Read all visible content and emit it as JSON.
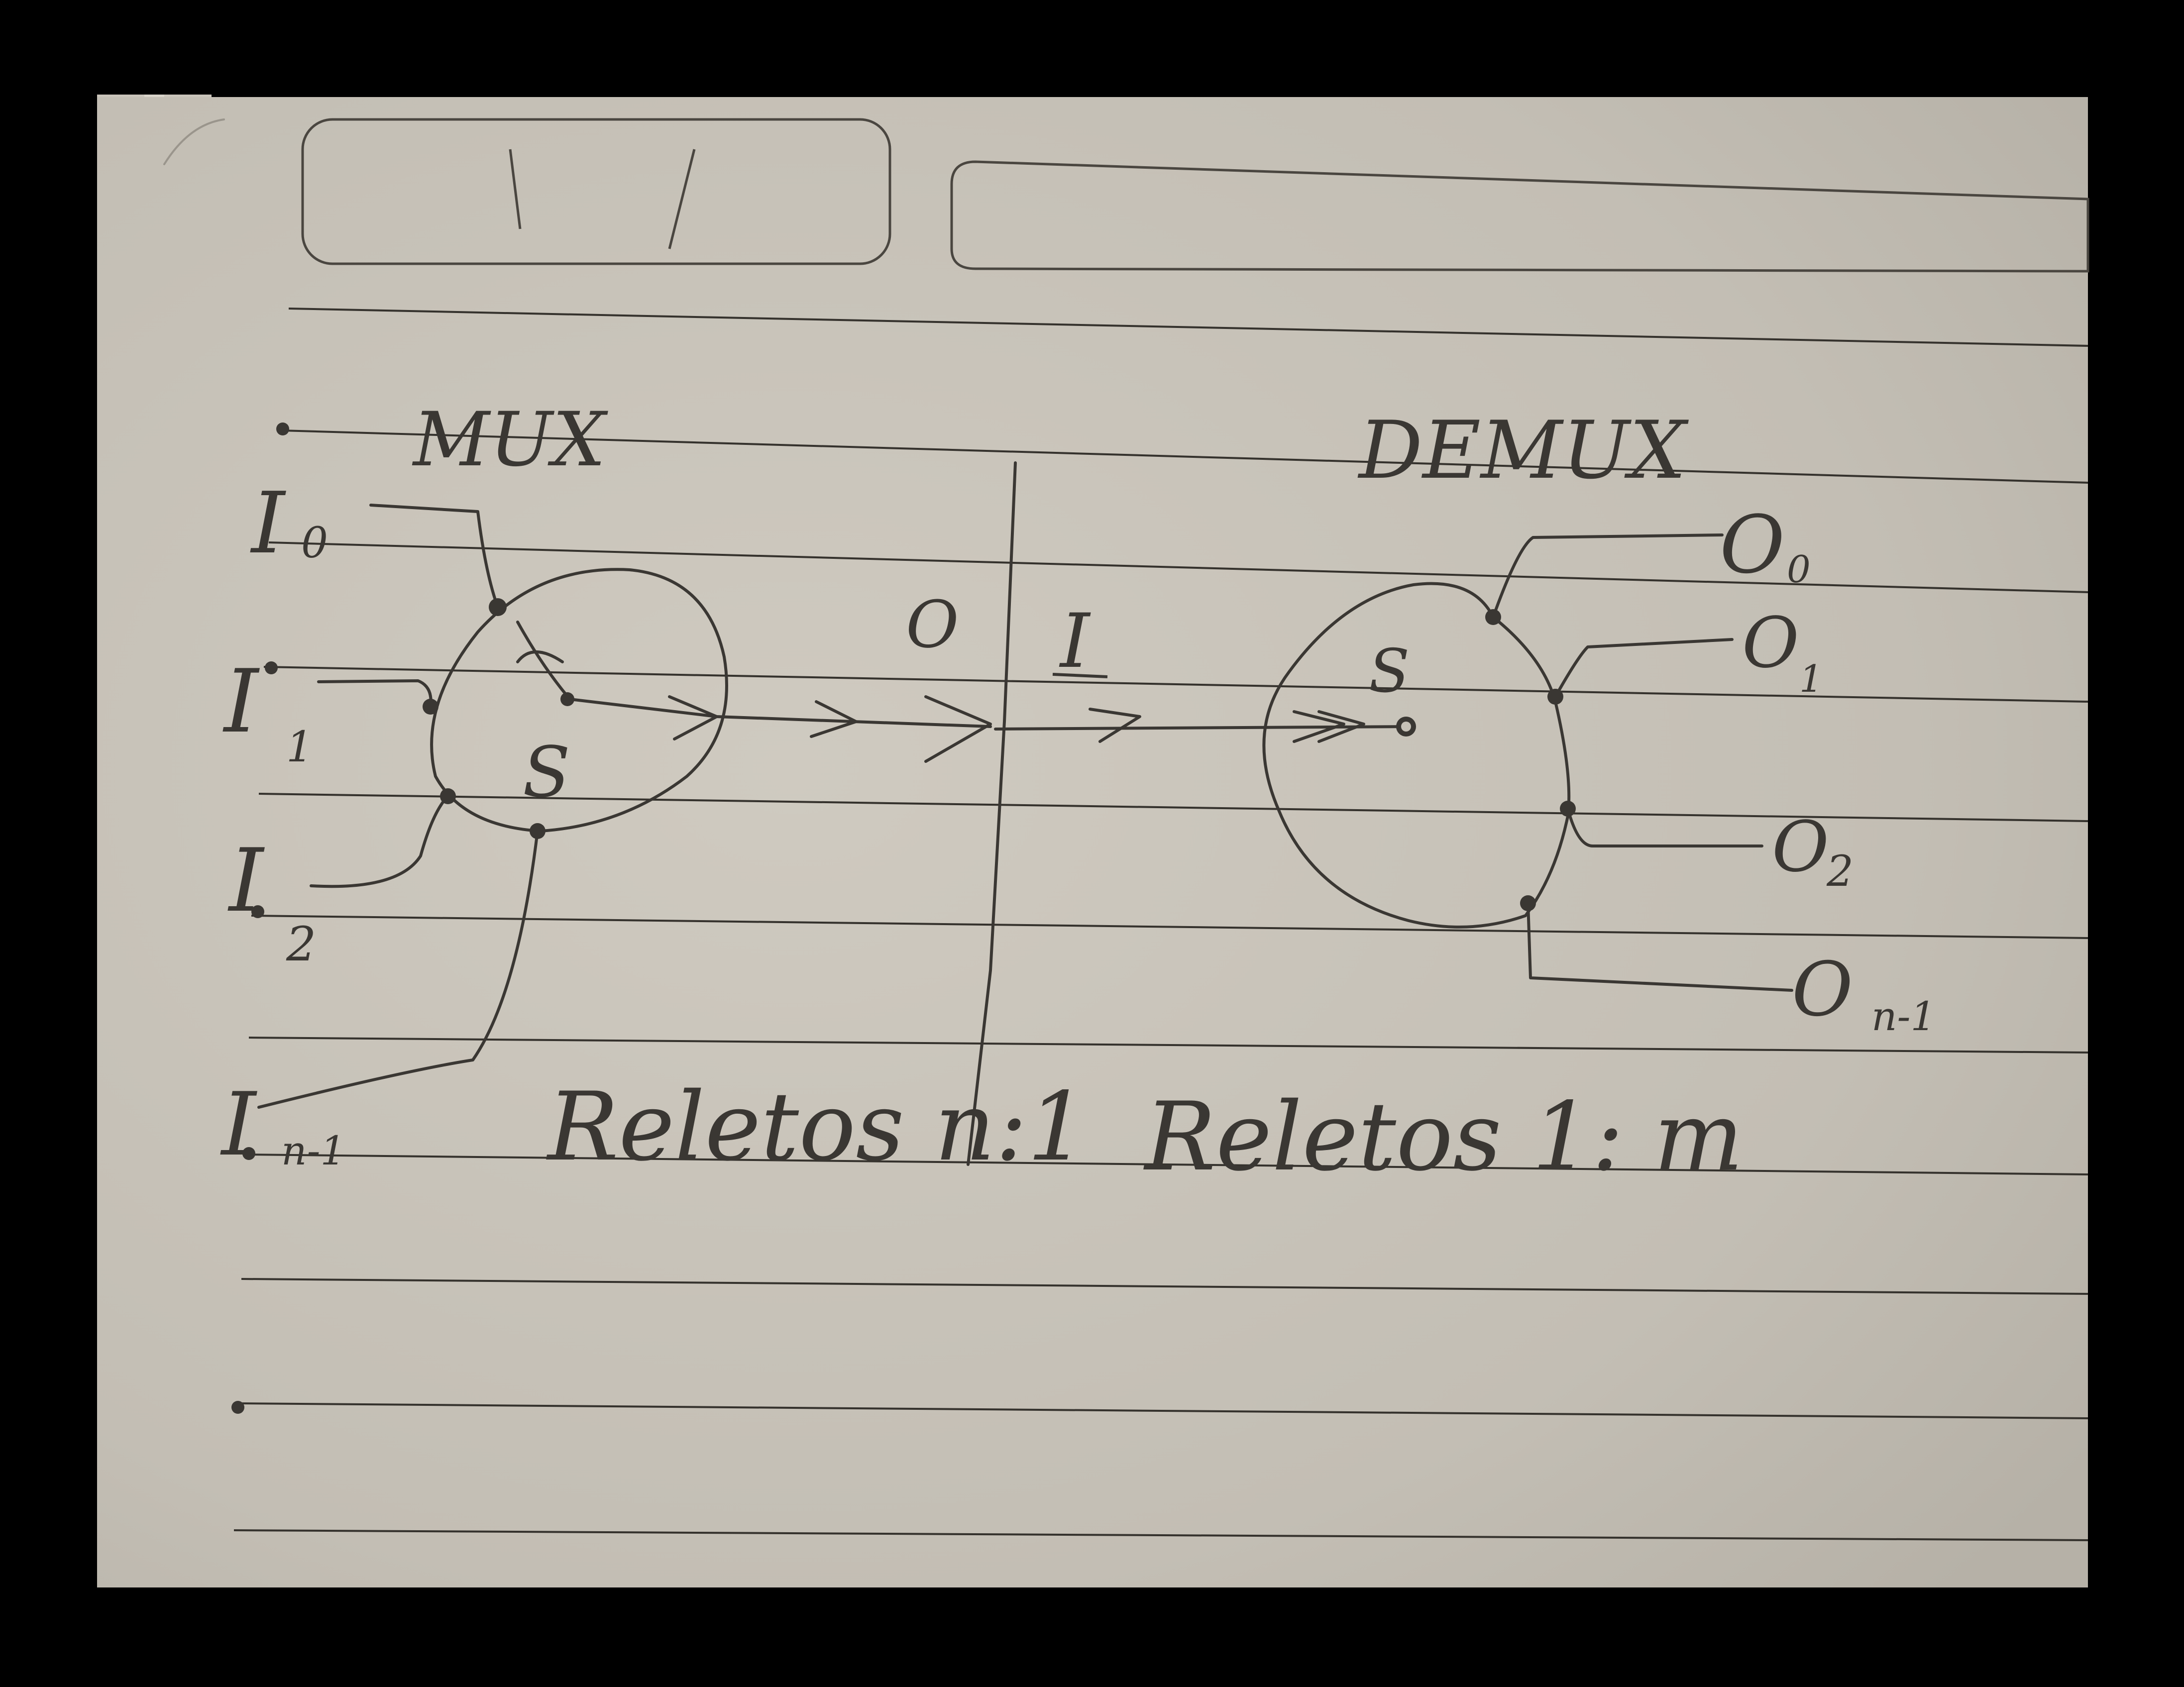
{
  "colors": {
    "background": "#000000",
    "paper": "#c6c1b7",
    "ink": "#3a3733",
    "rule_lines": "#35322d"
  },
  "mux": {
    "title": "MUX",
    "inputs": [
      "I",
      "I",
      "I",
      "I"
    ],
    "input_subscripts": [
      "0",
      "1",
      "2",
      "n-1"
    ],
    "select_label": "S",
    "output_label": "O",
    "caption": "Reletos n:1"
  },
  "demux": {
    "title": "DEMUX",
    "input_label": "I",
    "select_label": "S",
    "outputs": [
      "O",
      "O",
      "O",
      "O"
    ],
    "output_subscripts": [
      "0",
      "1",
      "2",
      "n-1"
    ],
    "caption": "Reletos 1: m"
  }
}
